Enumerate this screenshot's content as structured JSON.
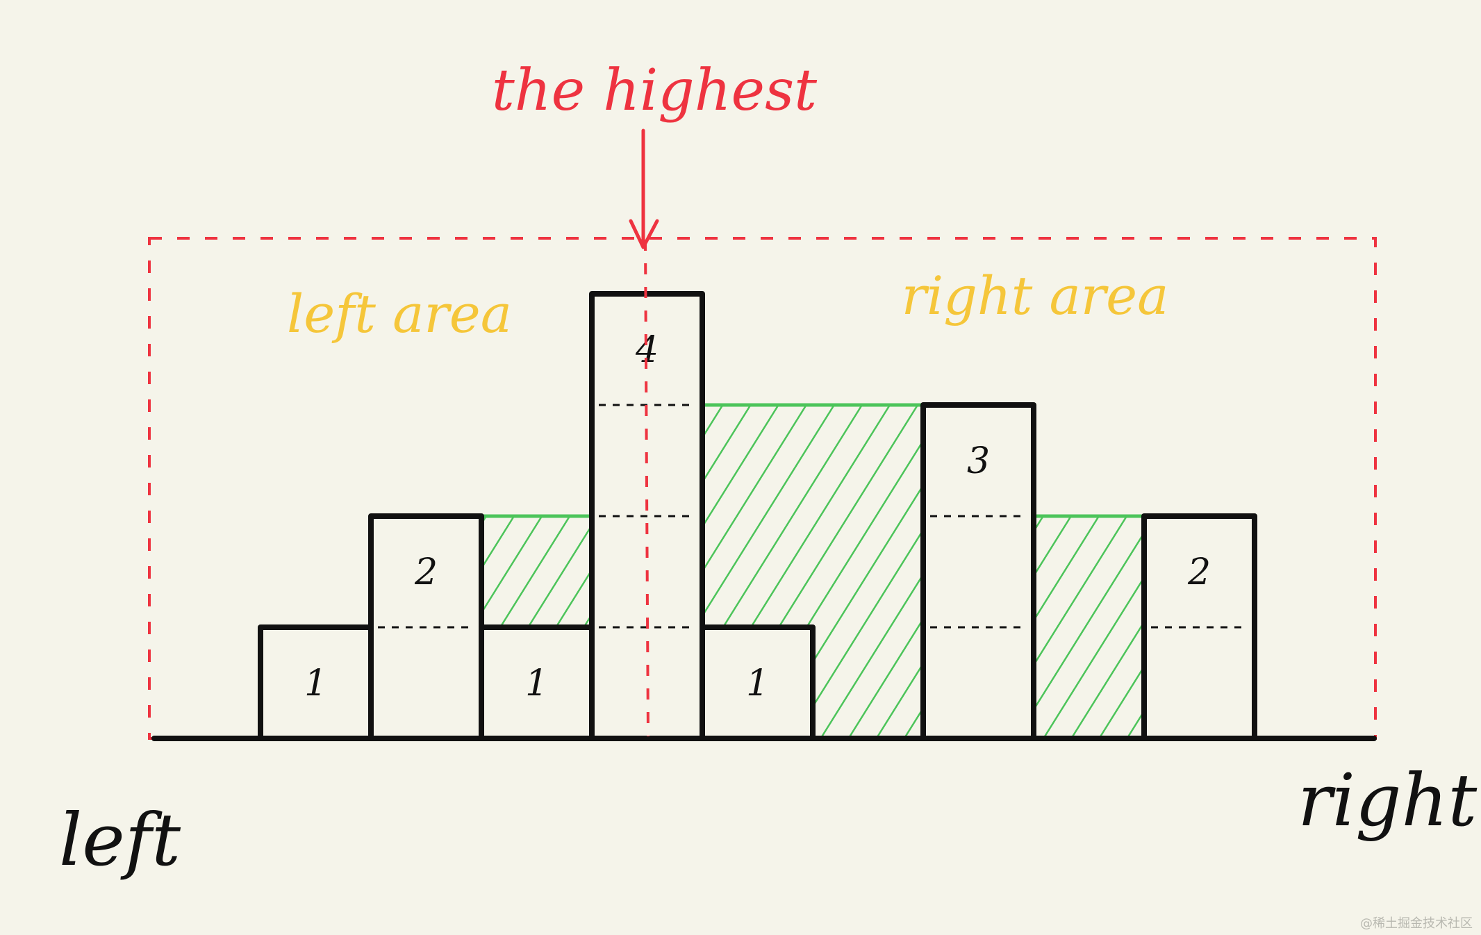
{
  "labels": {
    "highest": "the highest",
    "left_area": "left area",
    "right_area": "right area",
    "left": "left",
    "right": "right",
    "watermark": "@稀土掘金技术社区"
  },
  "bars": [
    {
      "value": 1,
      "label": "1"
    },
    {
      "value": 2,
      "label": "2"
    },
    {
      "value": 1,
      "label": "1"
    },
    {
      "value": 4,
      "label": "4"
    },
    {
      "value": 1,
      "label": "1"
    },
    {
      "value": 0,
      "label": ""
    },
    {
      "value": 3,
      "label": "3"
    },
    {
      "value": 0,
      "label": ""
    },
    {
      "value": 2,
      "label": "2"
    }
  ],
  "water": [
    {
      "bar_index": 2,
      "level": 2
    },
    {
      "bar_index": 4,
      "level": 3
    },
    {
      "bar_index": 5,
      "level": 3
    },
    {
      "bar_index": 7,
      "level": 2
    }
  ],
  "highest_index": 3,
  "colors": {
    "ink": "#111111",
    "highlight": "#ee3340",
    "area_label": "#f5c63a",
    "water": "#4cc45a",
    "background": "#f5f4ea",
    "watermark": "#b8b8b0"
  }
}
